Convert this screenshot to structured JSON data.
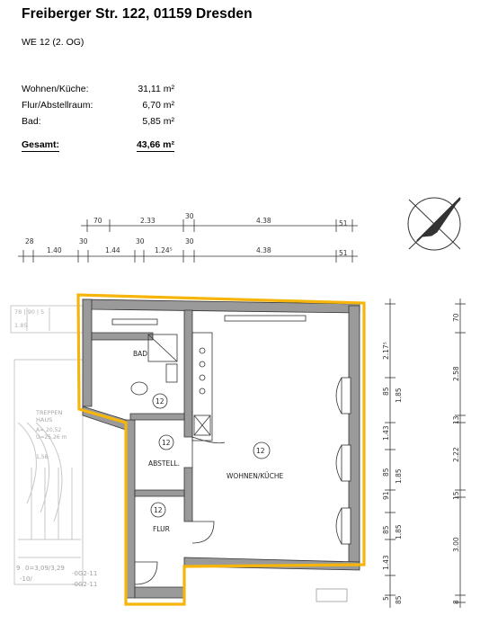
{
  "header": {
    "address": "Freiberger Str. 122, 01159 Dresden",
    "unit": "WE 12 (2. OG)"
  },
  "areas": [
    {
      "label": "Wohnen/Küche:",
      "value": "31,11 m²"
    },
    {
      "label": "Flur/Abstellraum:",
      "value": "6,70 m²"
    },
    {
      "label": "Bad:",
      "value": "5,85 m²"
    }
  ],
  "total": {
    "label": "Gesamt:",
    "value": "43,66 m²"
  },
  "plan": {
    "rooms": {
      "bad": "BAD",
      "abstell": "ABSTELL.",
      "flur": "FLUR",
      "wohnen": "WOHNEN/KÜCHE",
      "number": "12"
    },
    "dims_top1": [
      "70",
      "2.33",
      "30",
      "4.38",
      "51"
    ],
    "dims_top2": [
      "28",
      "1.40",
      "30",
      "1.44",
      "30",
      "1.24⁵",
      "30",
      "4.38",
      "51"
    ],
    "dims_right1": [
      "2.17⁵",
      "85",
      "1.85",
      "1.43",
      "85",
      "1.85",
      "91",
      "85",
      "1.85",
      "1.43",
      "5",
      "85"
    ],
    "dims_right2": [
      "70",
      "2.58",
      "13",
      "2.22",
      "15",
      "3.00",
      "8"
    ],
    "stair_text": [
      "TREPPEN",
      "HAUS",
      "A= 20,52",
      "U=25,26 m",
      "1,58"
    ],
    "neighbor_text": [
      "9",
      "0=3,09/3,29",
      "-10/",
      "-0G2-11",
      "-0G2-11"
    ],
    "outline_color": "#f5b50a"
  }
}
